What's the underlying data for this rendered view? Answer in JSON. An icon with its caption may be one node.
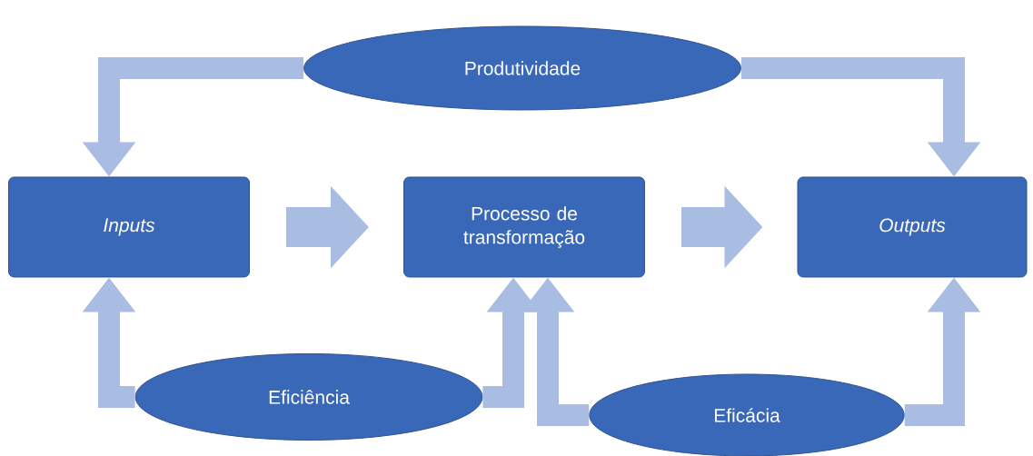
{
  "diagram": {
    "nodes": [
      {
        "text": [
          "Produtividade"
        ]
      },
      {
        "text": [
          "Inputs"
        ]
      },
      {
        "text": [
          "Processo de transformação"
        ]
      },
      {
        "text": [
          "Outputs"
        ]
      },
      {
        "text": [
          "Eficiência"
        ]
      },
      {
        "text": [
          "Eficácia"
        ]
      }
    ],
    "edges": [
      {
        "from": 0,
        "to": 1,
        "arrow": "to"
      },
      {
        "from": 0,
        "to": 3,
        "arrow": "to"
      },
      {
        "from": 1,
        "to": 2,
        "arrow": "to",
        "style": "thick"
      },
      {
        "from": 2,
        "to": 3,
        "arrow": "to",
        "style": "thick"
      },
      {
        "from": 4,
        "to": 1,
        "arrow": "to"
      },
      {
        "from": 4,
        "to": 2,
        "arrow": "to"
      },
      {
        "from": 5,
        "to": 2,
        "arrow": "to"
      },
      {
        "from": 5,
        "to": 3,
        "arrow": "to"
      }
    ]
  }
}
